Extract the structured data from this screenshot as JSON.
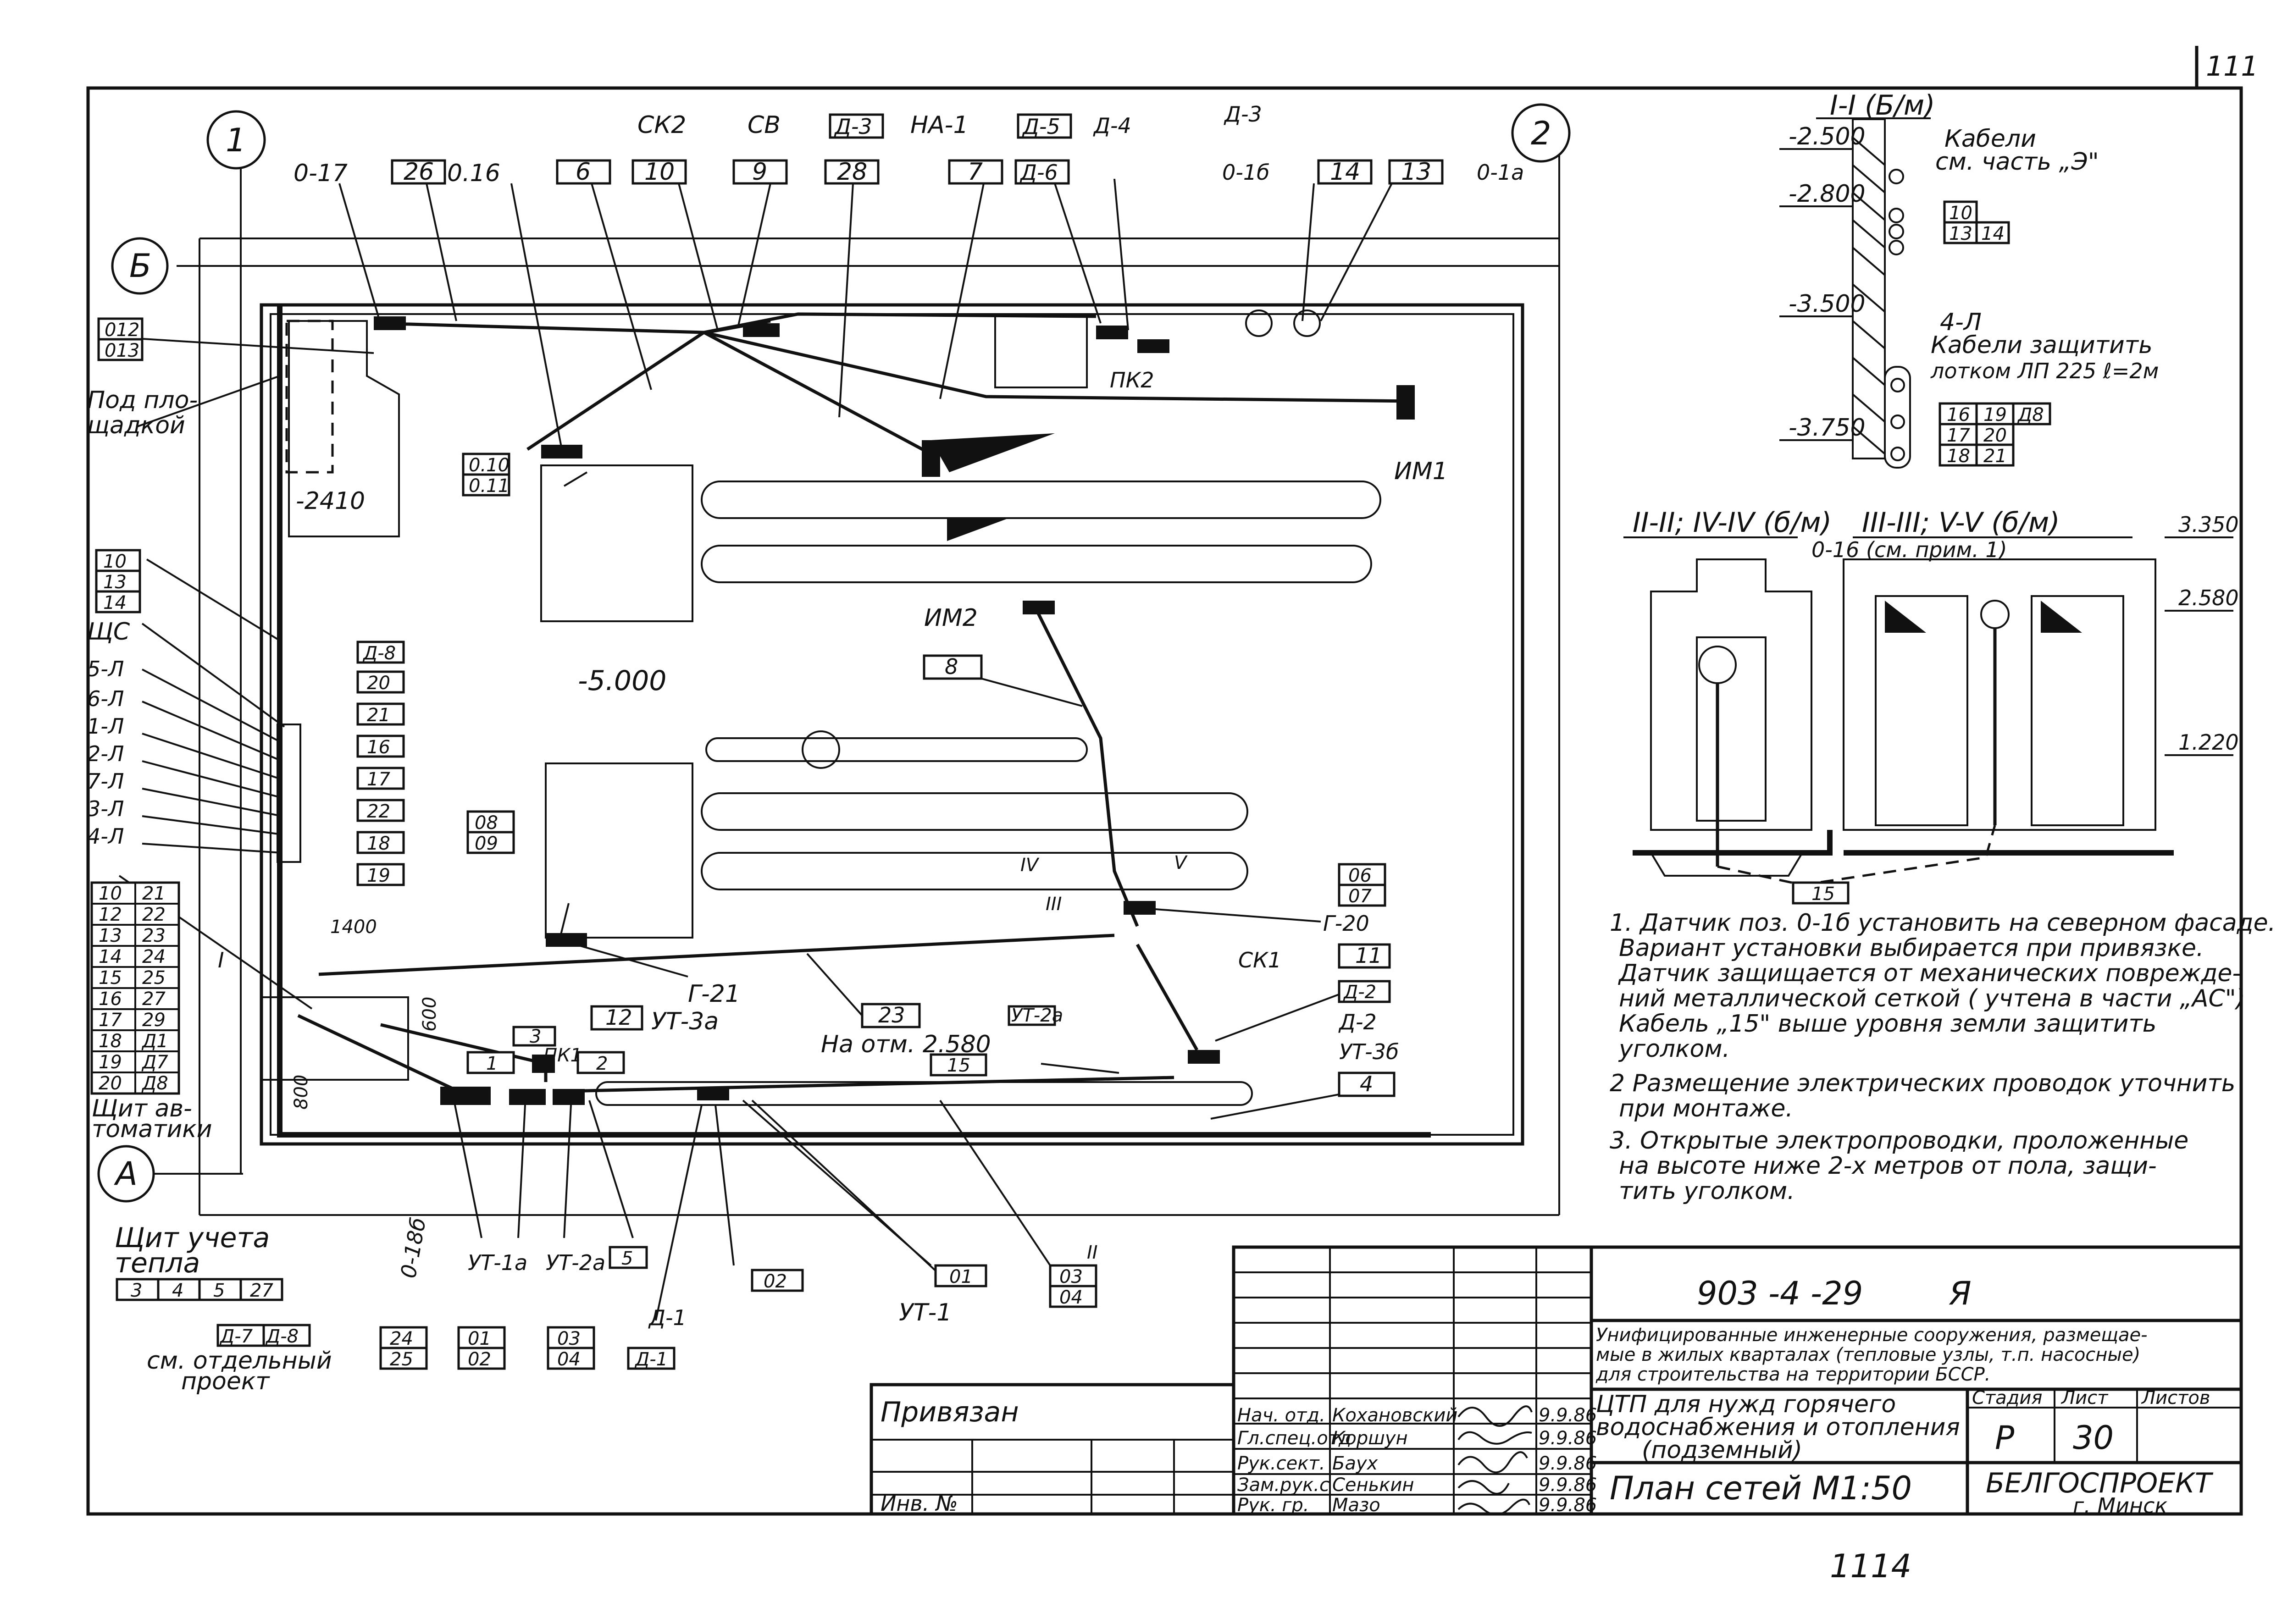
{
  "sheet_no": "111",
  "bottom_no": "1114",
  "axes": {
    "a1": "1",
    "a2": "2",
    "aA": "А",
    "aB": "Б"
  },
  "elev": {
    "floor": "-5.000",
    "pit": "-2410",
    "mark": "На отм. 2.580"
  },
  "top_labels": [
    "0-17",
    "26",
    "0.16",
    "6",
    "10",
    "9",
    "28",
    "7",
    "Д-5",
    "Д-6",
    "14",
    "13"
  ],
  "top_free": {
    "ck2": "СК2",
    "cb": "СВ",
    "d3a": "Д-3",
    "ha1": "НА-1",
    "d4": "Д-4",
    "d3b": "Д-3",
    "o1b": "0-1б",
    "o1a": "0-1а",
    "pk2": "ПК2",
    "im1": "ИМ1",
    "im2": "ИМ2"
  },
  "left_pair": [
    "012",
    "013"
  ],
  "left_triple": [
    "10",
    "13",
    "14"
  ],
  "under_site": [
    "Под пло-",
    "щадкой"
  ],
  "shs": "ЩС",
  "left_cables": [
    "5-Л",
    "6-Л",
    "1-Л",
    "2-Л",
    "7-Л",
    "3-Л",
    "4-Л"
  ],
  "right_col": [
    "Д-8",
    "20",
    "21",
    "16",
    "17",
    "22",
    "18",
    "19"
  ],
  "panel_table": [
    [
      "10",
      "21"
    ],
    [
      "12",
      "22"
    ],
    [
      "13",
      "23"
    ],
    [
      "14",
      "24"
    ],
    [
      "15",
      "25"
    ],
    [
      "16",
      "27"
    ],
    [
      "17",
      "29"
    ],
    [
      "18",
      "Д1"
    ],
    [
      "19",
      "Д7"
    ],
    [
      "20",
      "Д8"
    ]
  ],
  "panel_caption": [
    "Щит ав-",
    "томатики"
  ],
  "mid_labels": {
    "o10": "0.10",
    "o11": "0.11",
    "o8": "08",
    "o9": "09",
    "n8": "8",
    "n23": "23",
    "n12": "12",
    "n15": "15",
    "n4": "4",
    "n1": "1",
    "n2": "2",
    "n3": "3",
    "pk1": "ПК1",
    "o6": "06",
    "o7": "07",
    "g20": "Г-20",
    "n11": "11",
    "ck1": "СК1",
    "d2a": "Д-2",
    "d2b": "Д-2",
    "ut3b": "УТ-3б",
    "ut2a": "УТ-2а",
    "g21": "Г-21",
    "ut3a": "УТ-3а",
    "dim1400": "1400",
    "dim600": "600",
    "dim800": "800",
    "sec4": "IV",
    "sec5": "V",
    "sec3": "III",
    "sec2": "II",
    "sec1": "I"
  },
  "bottom_labels": {
    "heat_meter": [
      "Щит учета",
      "тепла"
    ],
    "heat_row": [
      "3",
      "4",
      "5",
      "27"
    ],
    "d7d8": [
      "Д-7",
      "Д-8"
    ],
    "see_proj": [
      "см. отдельный",
      "проект"
    ],
    "o18b": "0-18б",
    "l2425": [
      "24",
      "25"
    ],
    "l0102": [
      "01",
      "02"
    ],
    "l0304": [
      "03",
      "04"
    ],
    "ut1a": "УТ-1а",
    "ut2a": "УТ-2а",
    "n5": "5",
    "d1a": "Д-1",
    "d1b": "Д-1",
    "l02": "02",
    "l01": "01",
    "ut1": "УТ-1",
    "l0304b": [
      "03",
      "04"
    ]
  },
  "section_I": {
    "title": "I-I (Б/м)",
    "levels": [
      "-2.500",
      "-2.800",
      "-3.500",
      "-3.750"
    ],
    "cables_note": [
      "Кабели",
      "см. часть „Э\""
    ],
    "tbl1": [
      [
        "10",
        ""
      ],
      [
        "13",
        "14"
      ]
    ],
    "l4": "4-Л",
    "protect": [
      "Кабели защитить",
      "лотком ЛП 225 ℓ=2м"
    ],
    "tbl2": [
      [
        "16",
        "19",
        "Д8"
      ],
      [
        "17",
        "20",
        ""
      ],
      [
        "18",
        "21",
        ""
      ]
    ]
  },
  "section_II": {
    "title_left": "II-II; IV-IV (б/м)",
    "title_right": "III-III; V-V (б/м)",
    "note_o16": "0-16 (см. прим. 1)",
    "levels": [
      "3.350",
      "2.580",
      "1.220"
    ],
    "n15": "15"
  },
  "notes": [
    "1. Датчик поз. 0-1б установить на северном фасаде.",
    "Вариант установки выбирается при привязке.",
    "Датчик защищается от механических поврежде-",
    "ний металлической сеткой ( учтена в части „АС\")",
    "Кабель „15\" выше уровня земли защитить",
    "уголком.",
    "2 Размещение электрических проводок уточнить",
    "при монтаже.",
    "3. Открытые электропроводки, проложенные",
    "на высоте ниже 2-х метров от пола, защи-",
    "тить уголком."
  ],
  "title_block": {
    "code": "903 -4 -29",
    "album": "Я",
    "desc": [
      "Унифицированные инженерные сооружения, размещае-",
      "мые в жилых кварталах (тепловые узлы, т.п. насосные)",
      "для строительства на территории БССР."
    ],
    "object": [
      "ЦТП для нужд горячего",
      "водоснабжения и отопления",
      "(подземный)"
    ],
    "sheet_title": "План сетей М1:50",
    "org": [
      "БЕЛГОСПРОЕКТ",
      "г. Минск"
    ],
    "stage_h": "Стадия",
    "sheet_h": "Лист",
    "sheets_h": "Листов",
    "stage": "Р",
    "sheet": "30",
    "tied": "Привязан",
    "inv": "Инв. №",
    "roles": [
      {
        "role": "Нач. отд.",
        "name": "Кохановский",
        "date": "9.9.86"
      },
      {
        "role": "Гл.спец.отд",
        "name": "Коршун",
        "date": "9.9.86"
      },
      {
        "role": "Рук.сект.",
        "name": "Баух",
        "date": "9.9.86"
      },
      {
        "role": "Зам.рук.с",
        "name": "Сенькин",
        "date": "9.9.86"
      },
      {
        "role": "Рук. гр.",
        "name": "Мазо",
        "date": "9.9.86"
      }
    ]
  }
}
